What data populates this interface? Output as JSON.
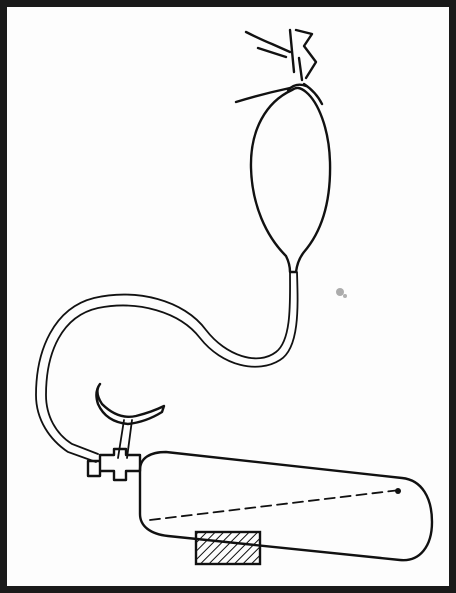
{
  "figure": {
    "background": "#fdfdfd",
    "ink_color": "#111111",
    "border_color": "#1a1a1a",
    "parts": [
      "balloon",
      "rubber-tube",
      "valve-cross-fitting",
      "t-handle",
      "gas-cylinder",
      "cylinder-stand"
    ]
  }
}
